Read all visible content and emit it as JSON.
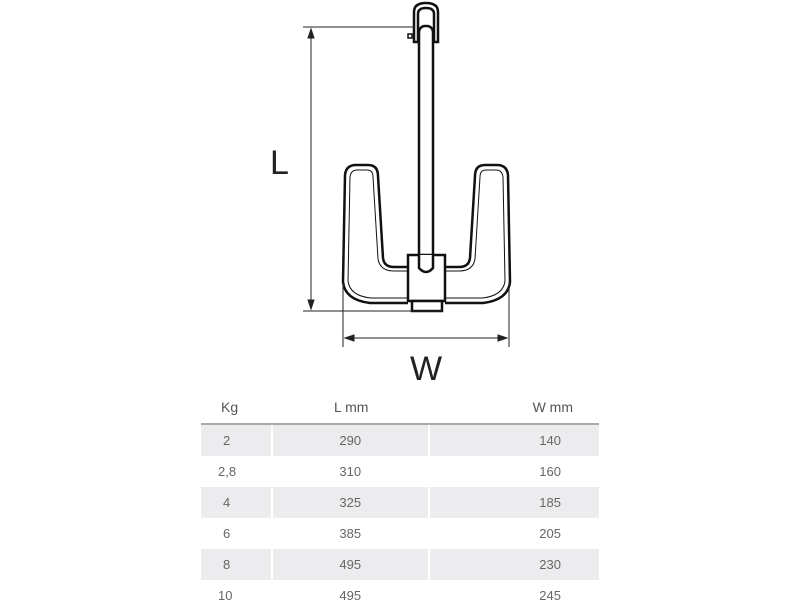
{
  "diagram": {
    "length_label": "L",
    "width_label": "W"
  },
  "table": {
    "headers": [
      "Kg",
      "L mm",
      "W mm"
    ],
    "rows": [
      [
        "2",
        "290",
        "140"
      ],
      [
        "2,8",
        "310",
        "160"
      ],
      [
        "4",
        "325",
        "185"
      ],
      [
        "6",
        "385",
        "205"
      ],
      [
        "8",
        "495",
        "230"
      ],
      [
        "10",
        "495",
        "245"
      ]
    ]
  }
}
